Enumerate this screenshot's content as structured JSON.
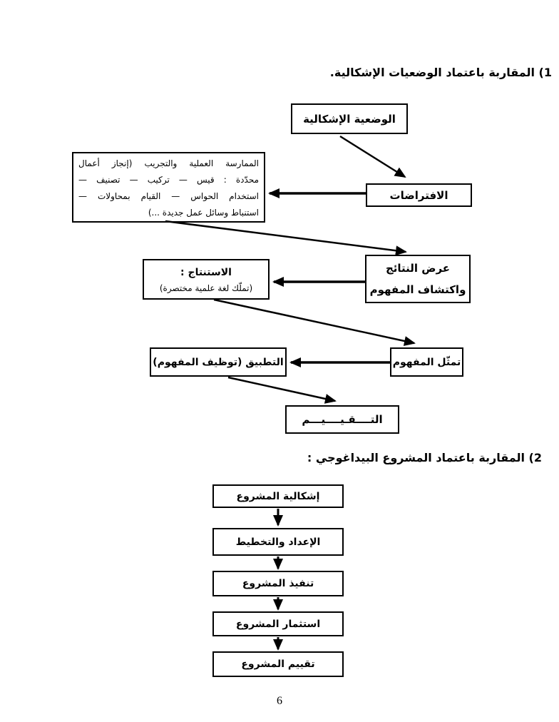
{
  "page": {
    "number": "6"
  },
  "colors": {
    "ink": "#000000",
    "paper": "#ffffff"
  },
  "sections": [
    {
      "heading": "1) المقاربة باعتماد الوضعيات الإشكالية."
    },
    {
      "heading": "2) المقاربة باعتماد المشروع البيداغوجي :"
    }
  ],
  "diagram1": {
    "nodes": {
      "situation": {
        "label": "الوضعية الإشكالية"
      },
      "practice": {
        "lines": [
          "الممارسة العملية والتجريب (إنجاز أعمال",
          "محدّدة : قيس — تركيب — تصنيف —",
          "استخدام الحواس — القيام بمحاولات —",
          "استنباط وسائل عمل جديدة ...)"
        ]
      },
      "hypotheses": {
        "label": "الافتراضات"
      },
      "results": {
        "line1": "عرض النتائج",
        "line2": "واكتشاف المفهوم"
      },
      "conclusion": {
        "line1": "الاستنتاج :",
        "line2": "(تملّك لغة علمية مختصرة)"
      },
      "concept": {
        "label": "تمثّل المفهوم"
      },
      "application": {
        "label": "التطبيق (توظيف المفهوم)"
      },
      "evaluation": {
        "label": "التــــقـيــــيـــم"
      }
    },
    "edges": [
      {
        "from": "situation",
        "to": "hypotheses"
      },
      {
        "from": "hypotheses",
        "to": "practice"
      },
      {
        "from": "practice",
        "to": "results"
      },
      {
        "from": "results",
        "to": "conclusion"
      },
      {
        "from": "conclusion",
        "to": "concept"
      },
      {
        "from": "concept",
        "to": "application"
      },
      {
        "from": "application",
        "to": "evaluation"
      }
    ]
  },
  "diagram2": {
    "steps": [
      {
        "label": "إشكالية المشروع"
      },
      {
        "label": "الإعداد والتخطيط"
      },
      {
        "label": "تنفيذ المشروع"
      },
      {
        "label": "استثمار المشروع"
      },
      {
        "label": "تقييم المشروع"
      }
    ]
  }
}
